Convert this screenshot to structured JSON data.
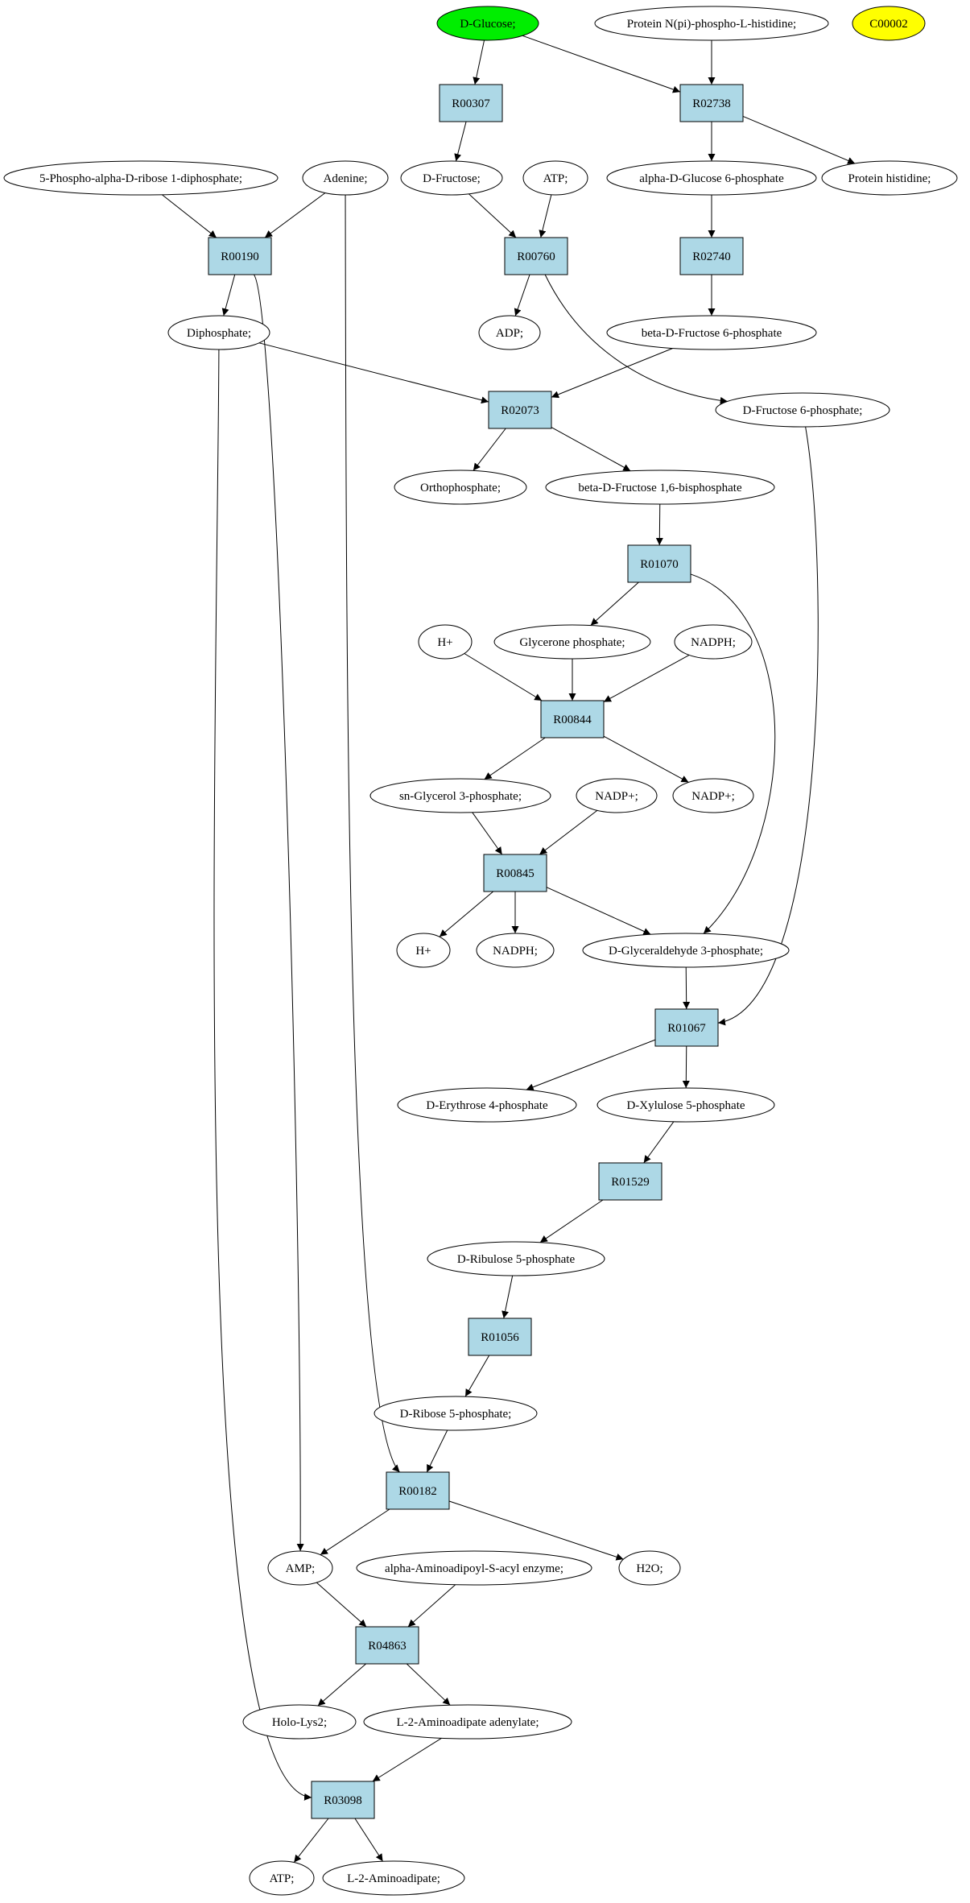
{
  "colors": {
    "reaction_fill": "#add8e6",
    "start_fill": "#00ee00",
    "target_fill": "#ffff00",
    "compound_fill": "#ffffff",
    "stroke": "#000000"
  },
  "nodes": {
    "d_glucose": "D-Glucose;",
    "protein_npi": "Protein N(pi)-phospho-L-histidine;",
    "c00002": "C00002",
    "r00307": "R00307",
    "r02738": "R02738",
    "prpp": "5-Phospho-alpha-D-ribose 1-diphosphate;",
    "adenine": "Adenine;",
    "d_fructose": "D-Fructose;",
    "atp_1": "ATP;",
    "a_glc6p": "alpha-D-Glucose 6-phosphate",
    "protein_his": "Protein histidine;",
    "r00190": "R00190",
    "r00760": "R00760",
    "r02740": "R02740",
    "diphosphate": "Diphosphate;",
    "adp": "ADP;",
    "b_fru6p": "beta-D-Fructose 6-phosphate",
    "r02073": "R02073",
    "d_fru6p": "D-Fructose 6-phosphate;",
    "orthophosphate": "Orthophosphate;",
    "b_fru16bp": "beta-D-Fructose 1,6-bisphosphate",
    "r01070": "R01070",
    "h_plus_1": "H+",
    "glycerone_p": "Glycerone phosphate;",
    "nadph_1": "NADPH;",
    "r00844": "R00844",
    "sn_glycerol3p": "sn-Glycerol 3-phosphate;",
    "nadp_1": "NADP+;",
    "nadp_2": "NADP+;",
    "r00845": "R00845",
    "h_plus_2": "H+",
    "nadph_2": "NADPH;",
    "d_ga3p": "D-Glyceraldehyde 3-phosphate;",
    "r01067": "R01067",
    "d_ery4p": "D-Erythrose 4-phosphate",
    "d_xyl5p": "D-Xylulose 5-phosphate",
    "r01529": "R01529",
    "d_rib5p": "D-Ribulose 5-phosphate",
    "r01056": "R01056",
    "d_ribose5p": "D-Ribose 5-phosphate;",
    "r00182": "R00182",
    "amp": "AMP;",
    "aminoadipoyl": "alpha-Aminoadipoyl-S-acyl enzyme;",
    "h2o": "H2O;",
    "r04863": "R04863",
    "holo_lys2": "Holo-Lys2;",
    "l2_aminoadipate_adenylate": "L-2-Aminoadipate adenylate;",
    "r03098": "R03098",
    "atp_2": "ATP;",
    "l2_aminoadipate": "L-2-Aminoadipate;"
  }
}
